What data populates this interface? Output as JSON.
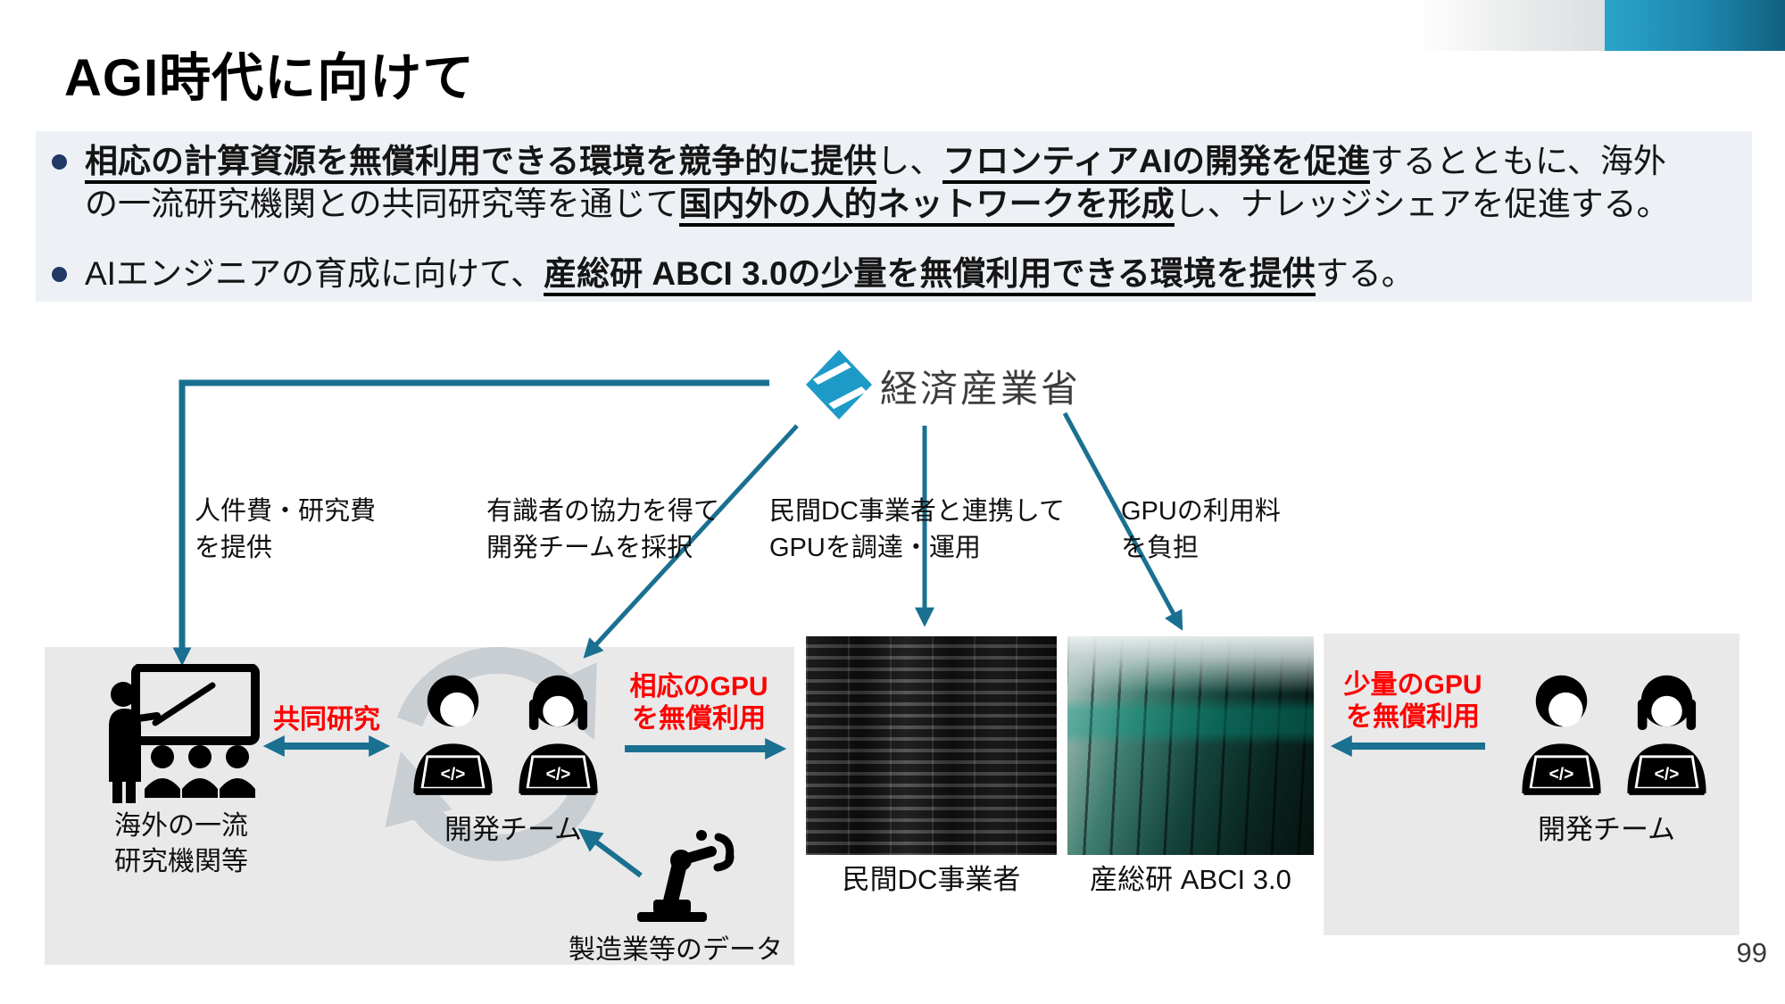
{
  "page": {
    "title": "AGI時代に向けて",
    "page_number": "99"
  },
  "bullet1": {
    "s1": "相応の計算資源を無償利用できる環境を競争的に提供",
    "s2": "し、",
    "s3": "フロンティアAIの開発を促進",
    "s4": "するとともに、海外",
    "s5": "の一流研究機関との共同研究等を通じて",
    "s6": "国内外の人的ネットワークを形成",
    "s7": "し、ナレッジシェアを促進する。"
  },
  "bullet2": {
    "s1": "AIエンジニアの育成に向けて、",
    "s2": "産総研 ABCI 3.0の少量を無償利用できる環境を提供",
    "s3": "する。"
  },
  "meti": {
    "name": "経済産業省"
  },
  "flows": {
    "funding": "人件費・研究費\nを提供",
    "team_selection": "有識者の協力を得て\n開発チームを採択",
    "dc_partnership": "民間DC事業者と連携して\nGPUを調達・運用",
    "gpu_fee": "GPUの利用料\nを負担"
  },
  "relations": {
    "joint_research": "共同研究",
    "gpu_free_appropriate": "相応のGPU\nを無償利用",
    "gpu_free_small": "少量のGPU\nを無償利用"
  },
  "entities": {
    "overseas_org": "海外の一流\n研究機関等",
    "dev_team_left": "開発チーム",
    "dev_team_right": "開発チーム",
    "private_dc": "民間DC事業者",
    "abci": "産総研 ABCI 3.0",
    "manufacturing_data": "製造業等のデータ",
    "code_glyph": "</>"
  },
  "icons": {
    "meti_logo": "meti-diamond-mark",
    "teacher": "presenter-with-audience",
    "developer": "person-with-laptop-code",
    "robot": "industrial-robot-arm",
    "cycle": "circular-exchange-arrows"
  },
  "colors": {
    "arrow_teal": "#1a7090",
    "highlight_red": "#ff0000",
    "meti_blue": "#1e9ac8",
    "bullet_dot_navy": "#1f3864",
    "panel_gray": "#edf1f5",
    "box_gray": "#e9e9ea",
    "cycle_gray": "#c9ced3",
    "topbar_blue": "#2ba4cb"
  }
}
